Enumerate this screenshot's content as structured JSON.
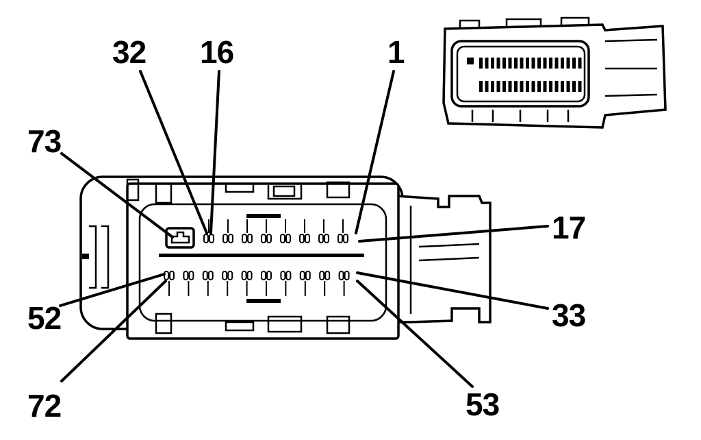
{
  "colors": {
    "ink": "#000000",
    "paper": "#ffffff"
  },
  "labels": [
    {
      "key": "p32",
      "text": "32"
    },
    {
      "key": "p16",
      "text": "16"
    },
    {
      "key": "p1",
      "text": "1"
    },
    {
      "key": "p73",
      "text": "73"
    },
    {
      "key": "p17",
      "text": "17"
    },
    {
      "key": "p52",
      "text": "52"
    },
    {
      "key": "p33",
      "text": "33"
    },
    {
      "key": "p72",
      "text": "72"
    },
    {
      "key": "p53",
      "text": "53"
    }
  ]
}
